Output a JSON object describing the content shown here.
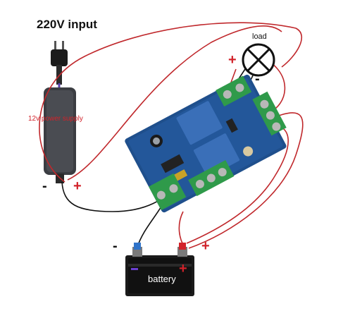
{
  "title": "220V input",
  "power_supply": {
    "label": "12v power supply"
  },
  "load": {
    "label": "load"
  },
  "battery": {
    "label": "battery"
  },
  "signs": {
    "supply_minus": "-",
    "supply_plus": "+",
    "load_plus": "+",
    "load_minus": "-",
    "battery_minus": "-",
    "battery_plus": "+",
    "battery_body_plus": "+"
  },
  "colors": {
    "wire_red": "#c0282c",
    "wire_black": "#111111",
    "pcb_blue": "#1f4f8c",
    "relay_blue": "#3a6fb8",
    "terminal_green": "#2f9a4a",
    "label_red": "#d2222a"
  }
}
